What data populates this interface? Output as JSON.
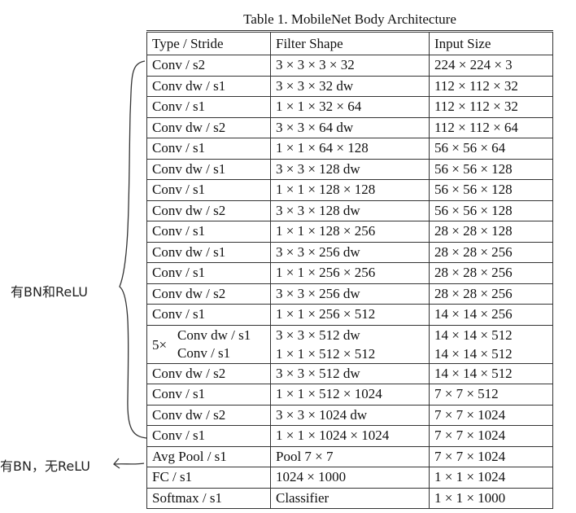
{
  "caption": "Table 1. MobileNet Body Architecture",
  "columns": [
    "Type / Stride",
    "Filter Shape",
    "Input Size"
  ],
  "rows": [
    {
      "type": "Conv / s2",
      "filter": "3 × 3 × 3 × 32",
      "input": "224 × 224 × 3"
    },
    {
      "type": "Conv dw / s1",
      "filter": "3 × 3 × 32 dw",
      "input": "112 × 112 × 32"
    },
    {
      "type": "Conv / s1",
      "filter": "1 × 1 × 32 × 64",
      "input": "112 × 112 × 32"
    },
    {
      "type": "Conv dw / s2",
      "filter": "3 × 3 × 64 dw",
      "input": "112 × 112 × 64"
    },
    {
      "type": "Conv / s1",
      "filter": "1 × 1 × 64 × 128",
      "input": "56 × 56 × 64"
    },
    {
      "type": "Conv dw / s1",
      "filter": "3 × 3 × 128 dw",
      "input": "56 × 56 × 128"
    },
    {
      "type": "Conv / s1",
      "filter": "1 × 1 × 128 × 128",
      "input": "56 × 56 × 128"
    },
    {
      "type": "Conv dw / s2",
      "filter": "3 × 3 × 128 dw",
      "input": "56 × 56 × 128"
    },
    {
      "type": "Conv / s1",
      "filter": "1 × 1 × 128 × 256",
      "input": "28 × 28 × 128"
    },
    {
      "type": "Conv dw / s1",
      "filter": "3 × 3 × 256 dw",
      "input": "28 × 28 × 256"
    },
    {
      "type": "Conv / s1",
      "filter": "1 × 1 × 256 × 256",
      "input": "28 × 28 × 256"
    },
    {
      "type": "Conv dw / s2",
      "filter": "3 × 3 × 256 dw",
      "input": "28 × 28 × 256"
    },
    {
      "type": "Conv / s1",
      "filter": "1 × 1 × 256 × 512",
      "input": "14 × 14 × 256"
    },
    {
      "repeat": "5×",
      "type_a": "Conv dw / s1",
      "type_b": "Conv / s1",
      "filter_a": "3 × 3 × 512 dw",
      "filter_b": "1 × 1 × 512 × 512",
      "input_a": "14 × 14 × 512",
      "input_b": "14 × 14 × 512"
    },
    {
      "type": "Conv dw / s2",
      "filter": "3 × 3 × 512 dw",
      "input": "14 × 14 × 512"
    },
    {
      "type": "Conv / s1",
      "filter": "1 × 1 × 512 × 1024",
      "input": "7 × 7 × 512"
    },
    {
      "type": "Conv dw / s2",
      "filter": "3 × 3 × 1024 dw",
      "input": "7 × 7 × 1024"
    },
    {
      "type": "Conv / s1",
      "filter": "1 × 1 × 1024 × 1024",
      "input": "7 × 7 × 1024"
    },
    {
      "type": "Avg Pool / s1",
      "filter": "Pool 7 × 7",
      "input": "7 × 7 × 1024"
    },
    {
      "type": "FC / s1",
      "filter": "1024 × 1000",
      "input": "1 × 1 × 1024"
    },
    {
      "type": "Softmax / s1",
      "filter": "Classifier",
      "input": "1 × 1 × 1000"
    }
  ],
  "annotations": {
    "bn_relu": "有BN和ReLU",
    "bn_no_relu": "有BN，无ReLU"
  }
}
